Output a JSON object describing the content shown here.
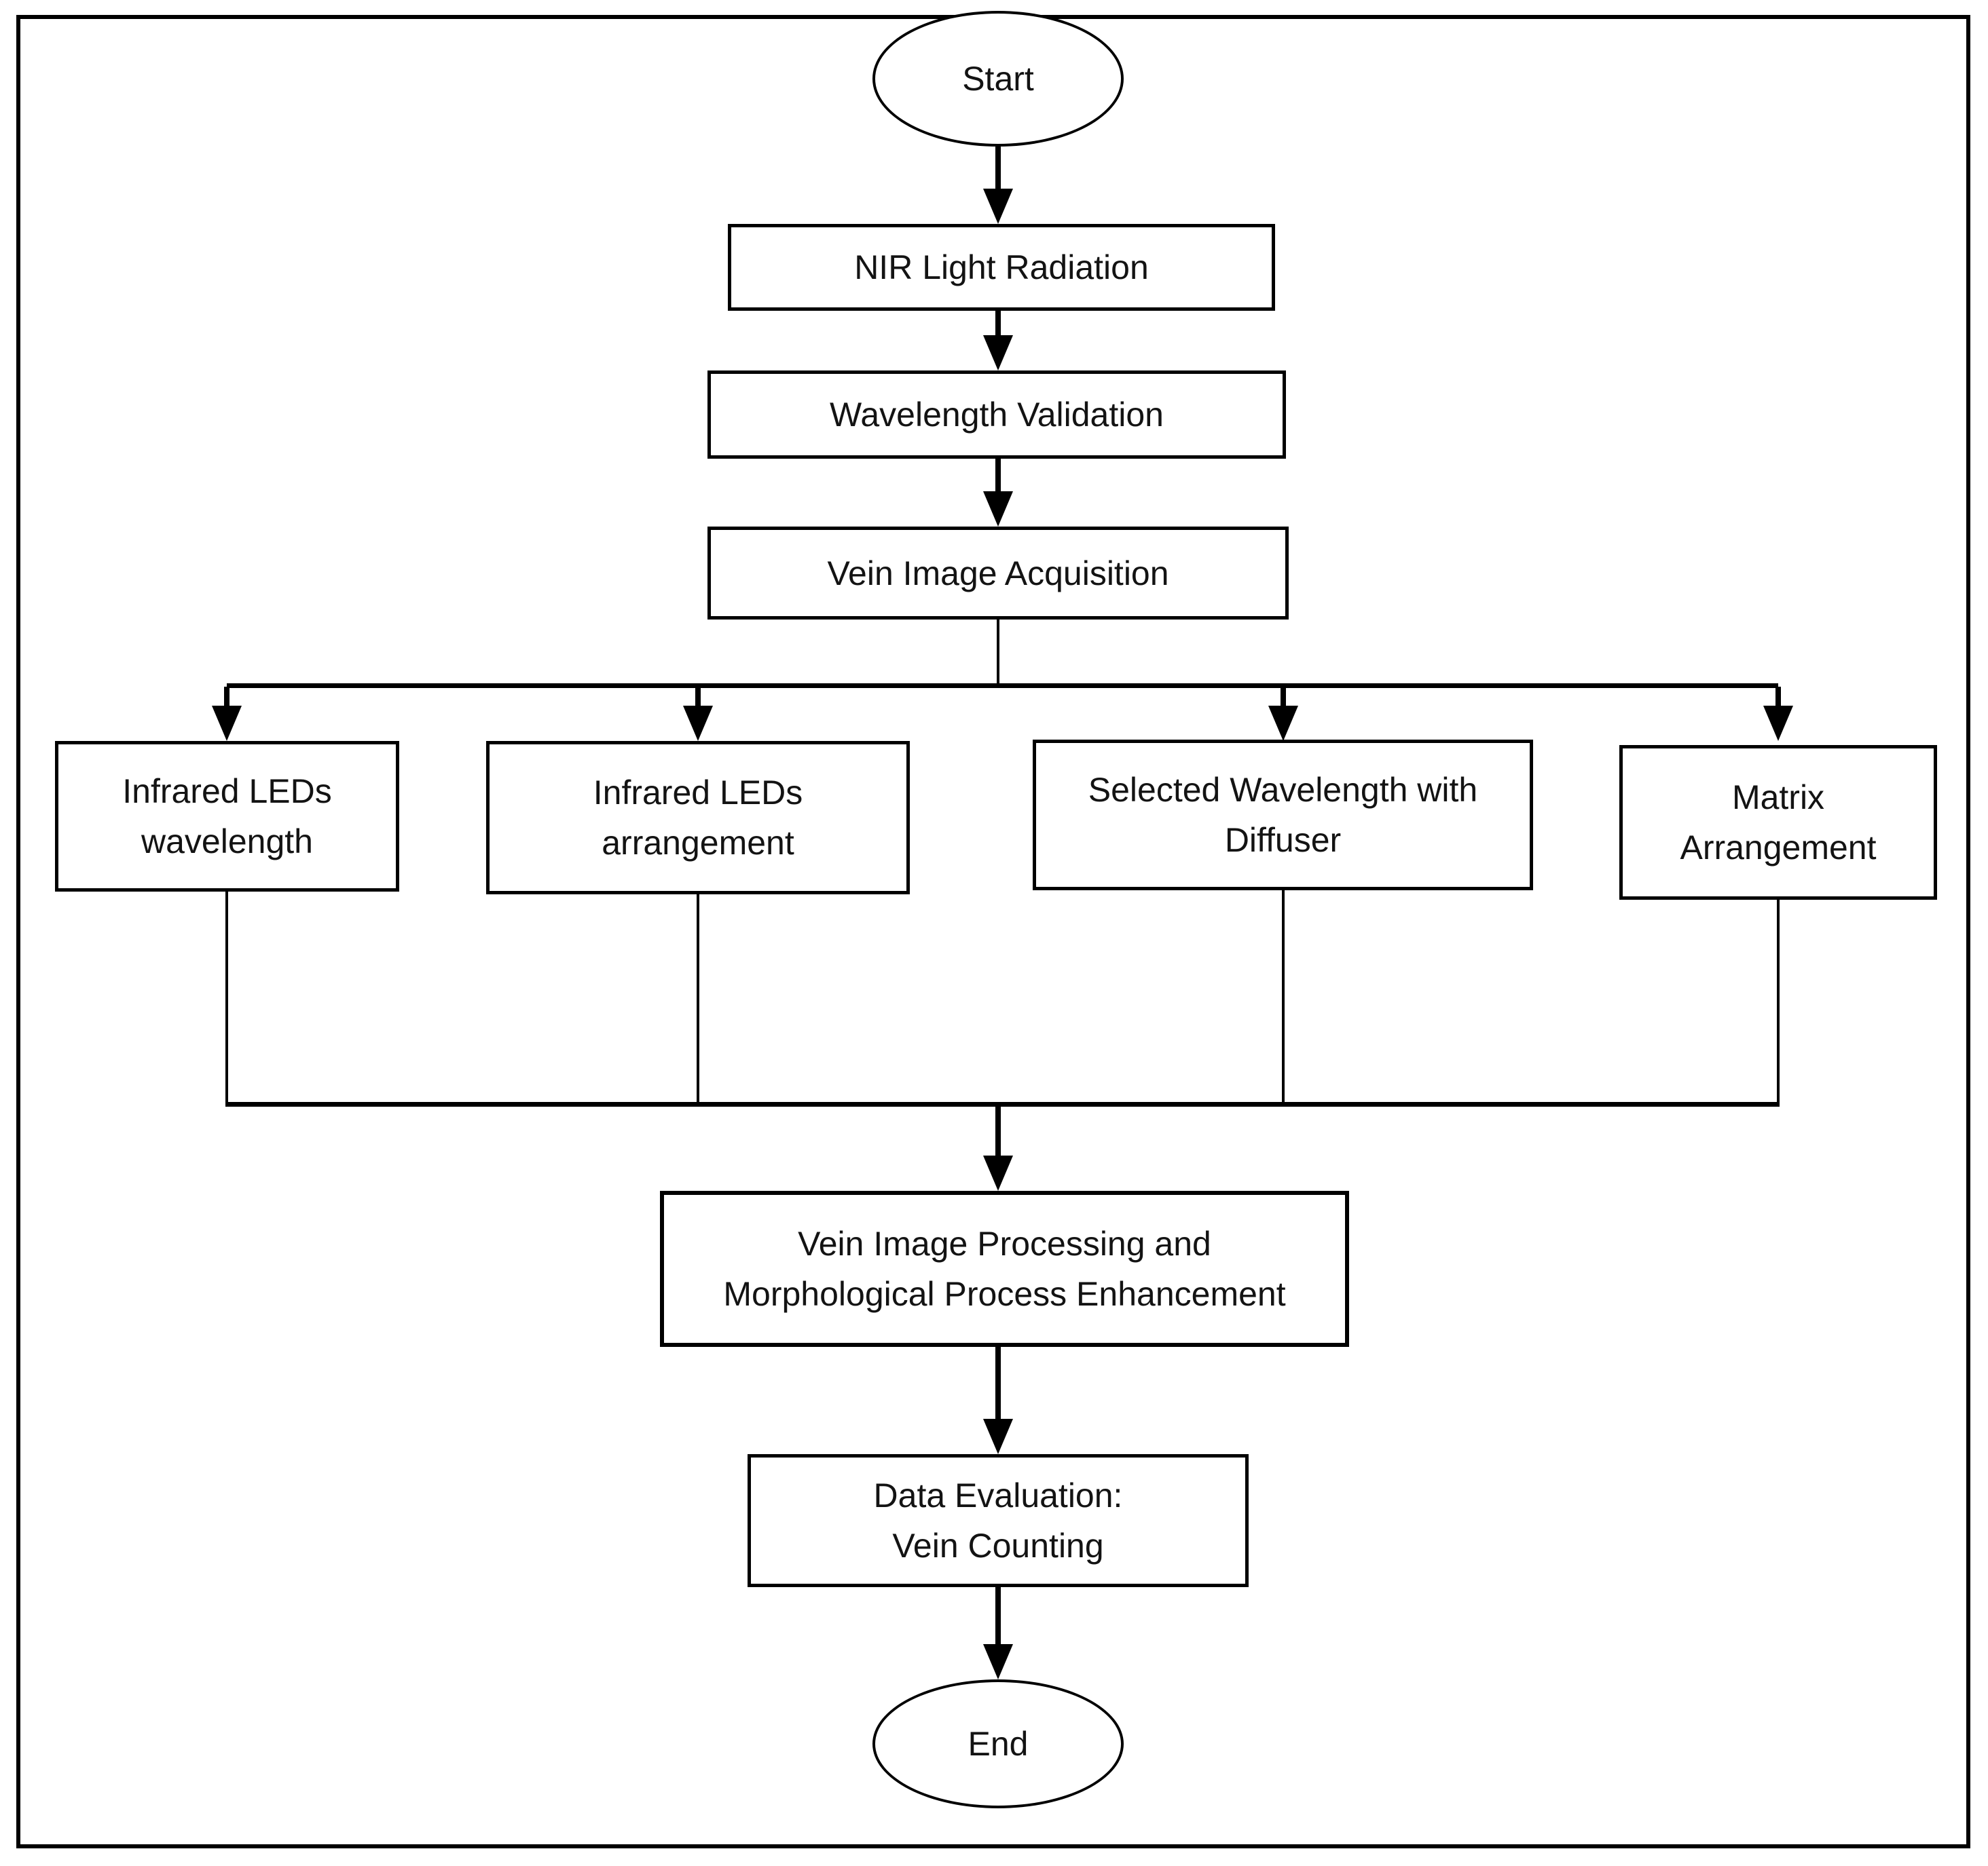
{
  "flowchart": {
    "nodes": {
      "start": {
        "label": "Start"
      },
      "nir_light_radiation": {
        "label": "NIR Light Radiation"
      },
      "wavelength_validation": {
        "label": "Wavelength Validation"
      },
      "vein_image_acquisition": {
        "label": "Vein Image Acquisition"
      },
      "infrared_leds_wavelength": {
        "line1": "Infrared LEDs",
        "line2": "wavelength"
      },
      "infrared_leds_arrangement": {
        "line1": "Infrared LEDs",
        "line2": "arrangement"
      },
      "selected_wavelength_diffuser": {
        "line1": "Selected Wavelength with",
        "line2": "Diffuser"
      },
      "matrix_arrangement": {
        "line1": "Matrix",
        "line2": "Arrangement"
      },
      "vein_image_processing": {
        "line1": "Vein Image Processing and",
        "line2": "Morphological Process Enhancement"
      },
      "data_evaluation": {
        "line1": "Data Evaluation:",
        "line2": "Vein Counting"
      },
      "end": {
        "label": "End"
      }
    },
    "colors": {
      "stroke": "#000000",
      "text": "#131313",
      "background": "#ffffff"
    }
  }
}
